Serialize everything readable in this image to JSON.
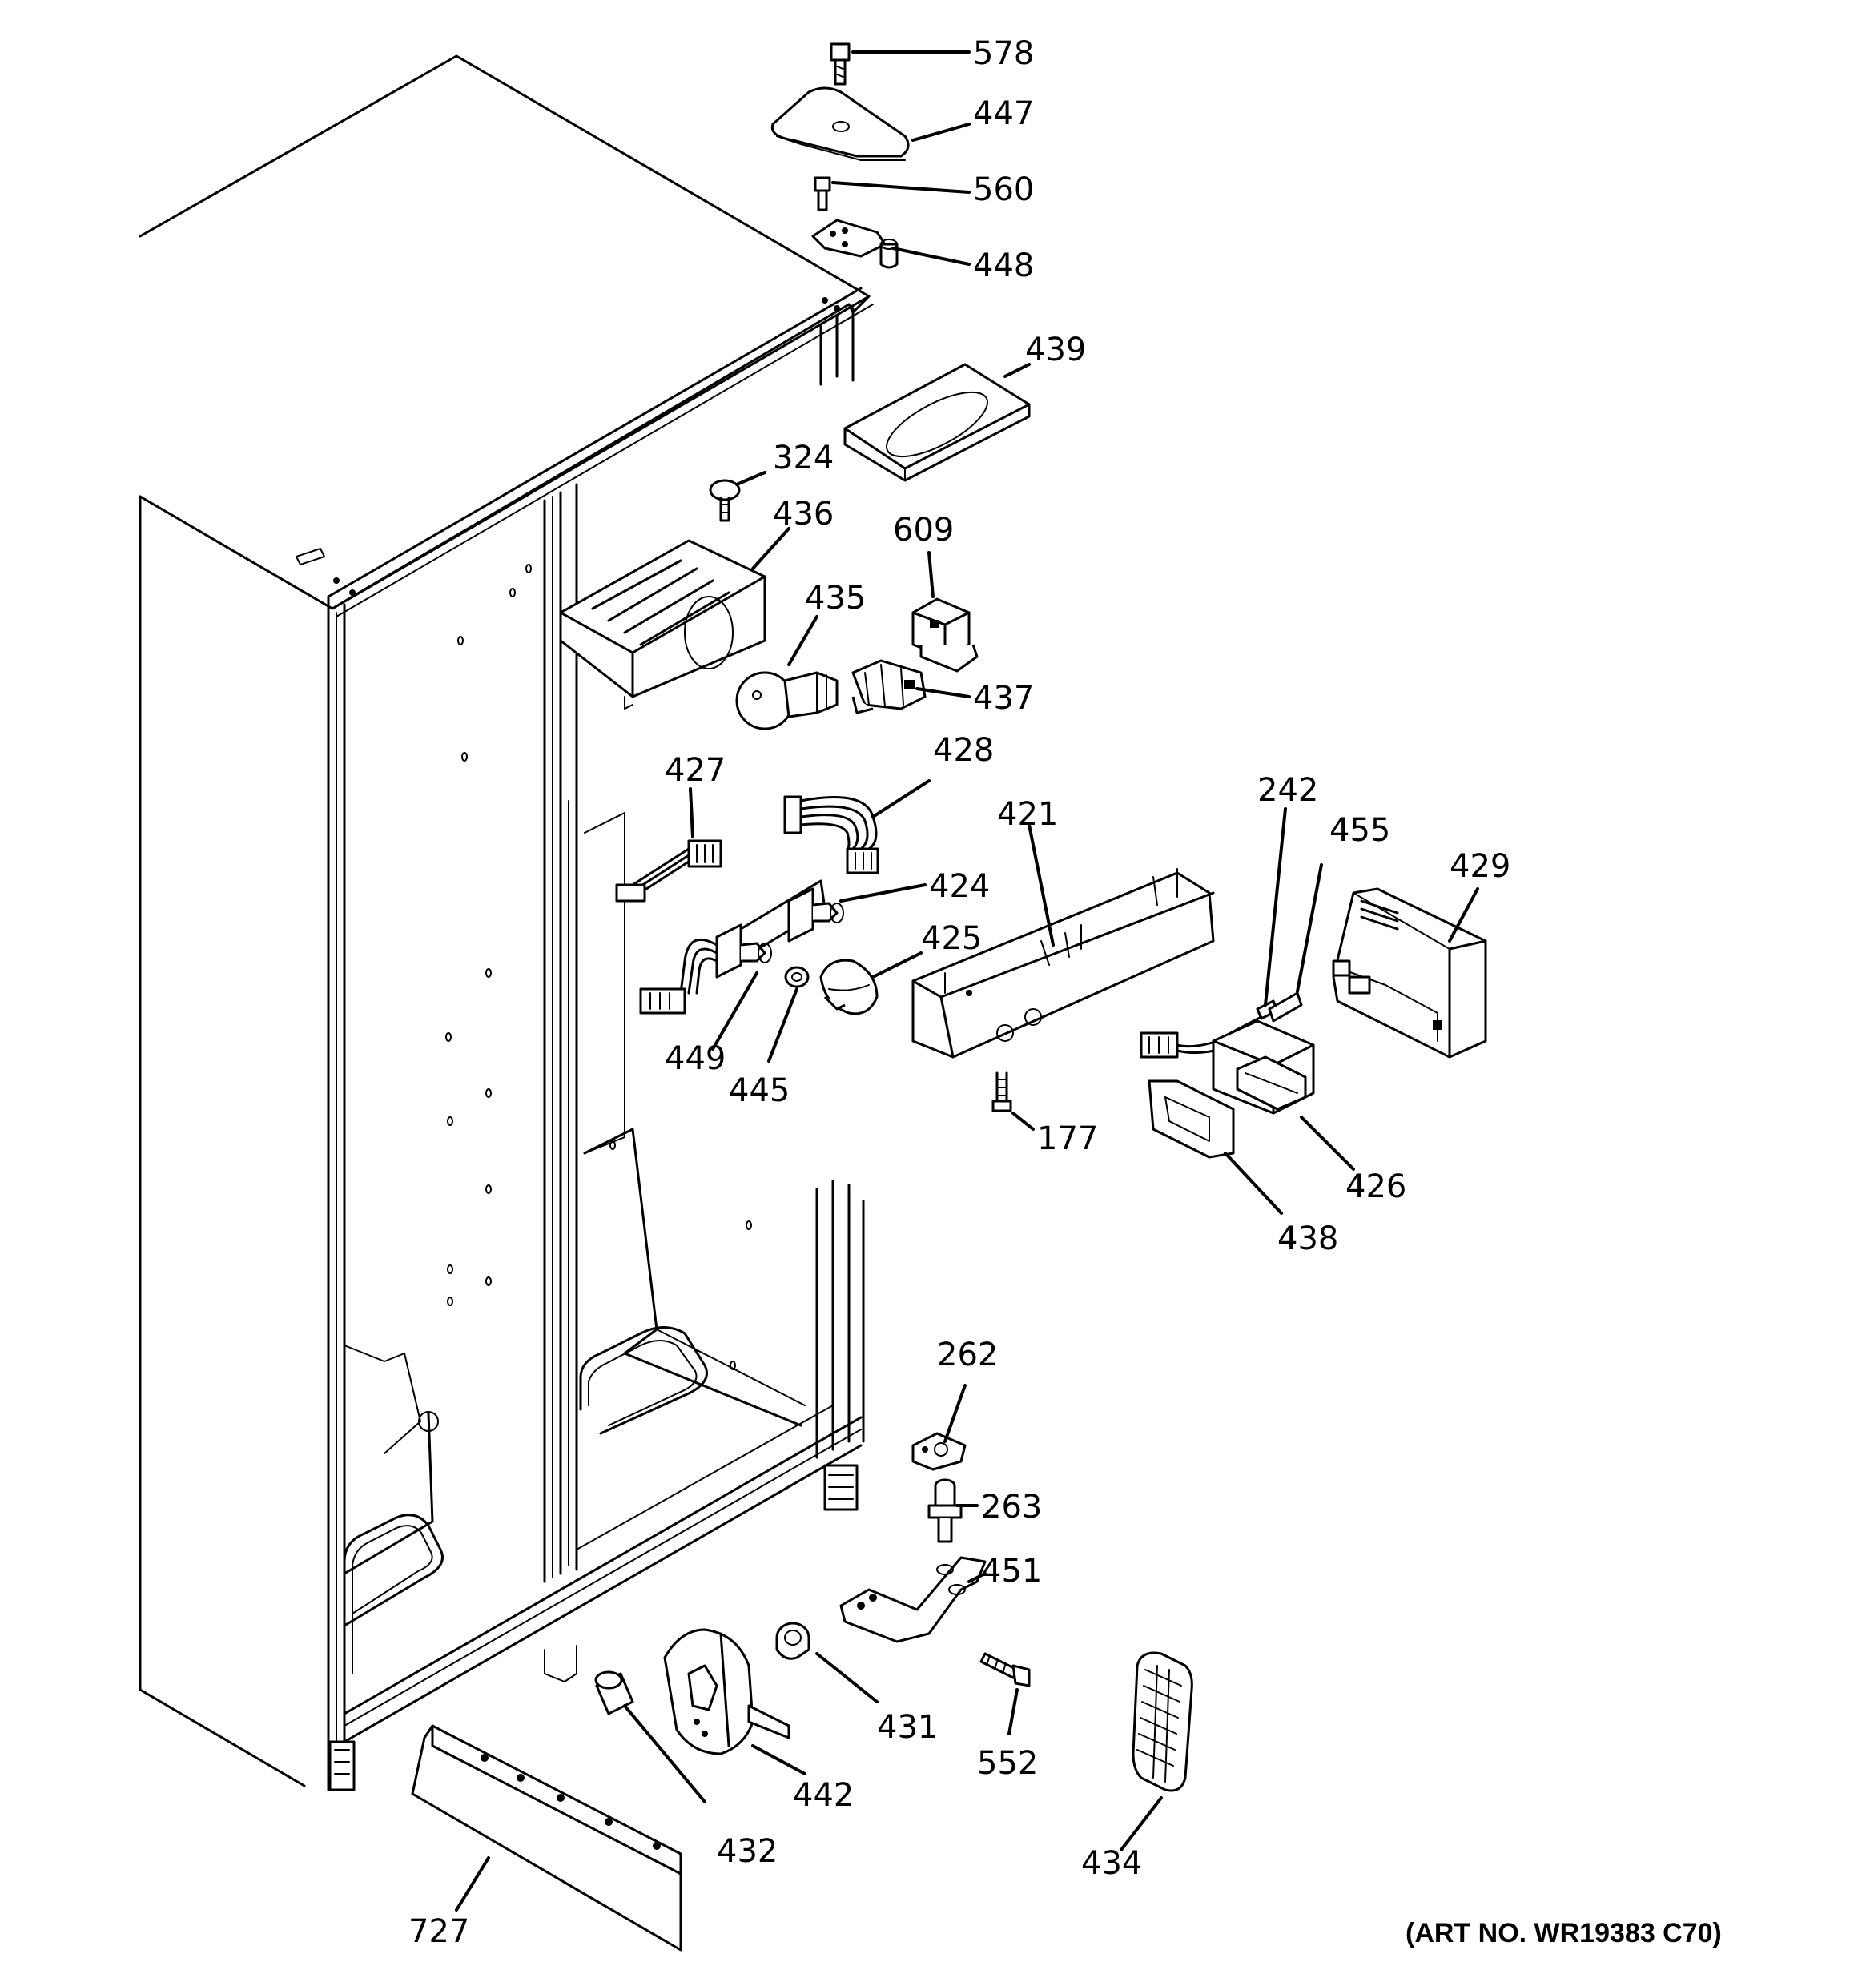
{
  "diagram": {
    "art_number": "(ART NO. WR19383 C70)",
    "callouts": [
      {
        "id": "578",
        "label": "578"
      },
      {
        "id": "447",
        "label": "447"
      },
      {
        "id": "560",
        "label": "560"
      },
      {
        "id": "448",
        "label": "448"
      },
      {
        "id": "439",
        "label": "439"
      },
      {
        "id": "324",
        "label": "324"
      },
      {
        "id": "436",
        "label": "436"
      },
      {
        "id": "609",
        "label": "609"
      },
      {
        "id": "435",
        "label": "435"
      },
      {
        "id": "437",
        "label": "437"
      },
      {
        "id": "428",
        "label": "428"
      },
      {
        "id": "427",
        "label": "427"
      },
      {
        "id": "421",
        "label": "421"
      },
      {
        "id": "242",
        "label": "242"
      },
      {
        "id": "455",
        "label": "455"
      },
      {
        "id": "429",
        "label": "429"
      },
      {
        "id": "424",
        "label": "424"
      },
      {
        "id": "425",
        "label": "425"
      },
      {
        "id": "449",
        "label": "449"
      },
      {
        "id": "445",
        "label": "445"
      },
      {
        "id": "177",
        "label": "177"
      },
      {
        "id": "426",
        "label": "426"
      },
      {
        "id": "438",
        "label": "438"
      },
      {
        "id": "262",
        "label": "262"
      },
      {
        "id": "263",
        "label": "263"
      },
      {
        "id": "451",
        "label": "451"
      },
      {
        "id": "431",
        "label": "431"
      },
      {
        "id": "552",
        "label": "552"
      },
      {
        "id": "442",
        "label": "442"
      },
      {
        "id": "432",
        "label": "432"
      },
      {
        "id": "434",
        "label": "434"
      },
      {
        "id": "727",
        "label": "727"
      }
    ]
  }
}
